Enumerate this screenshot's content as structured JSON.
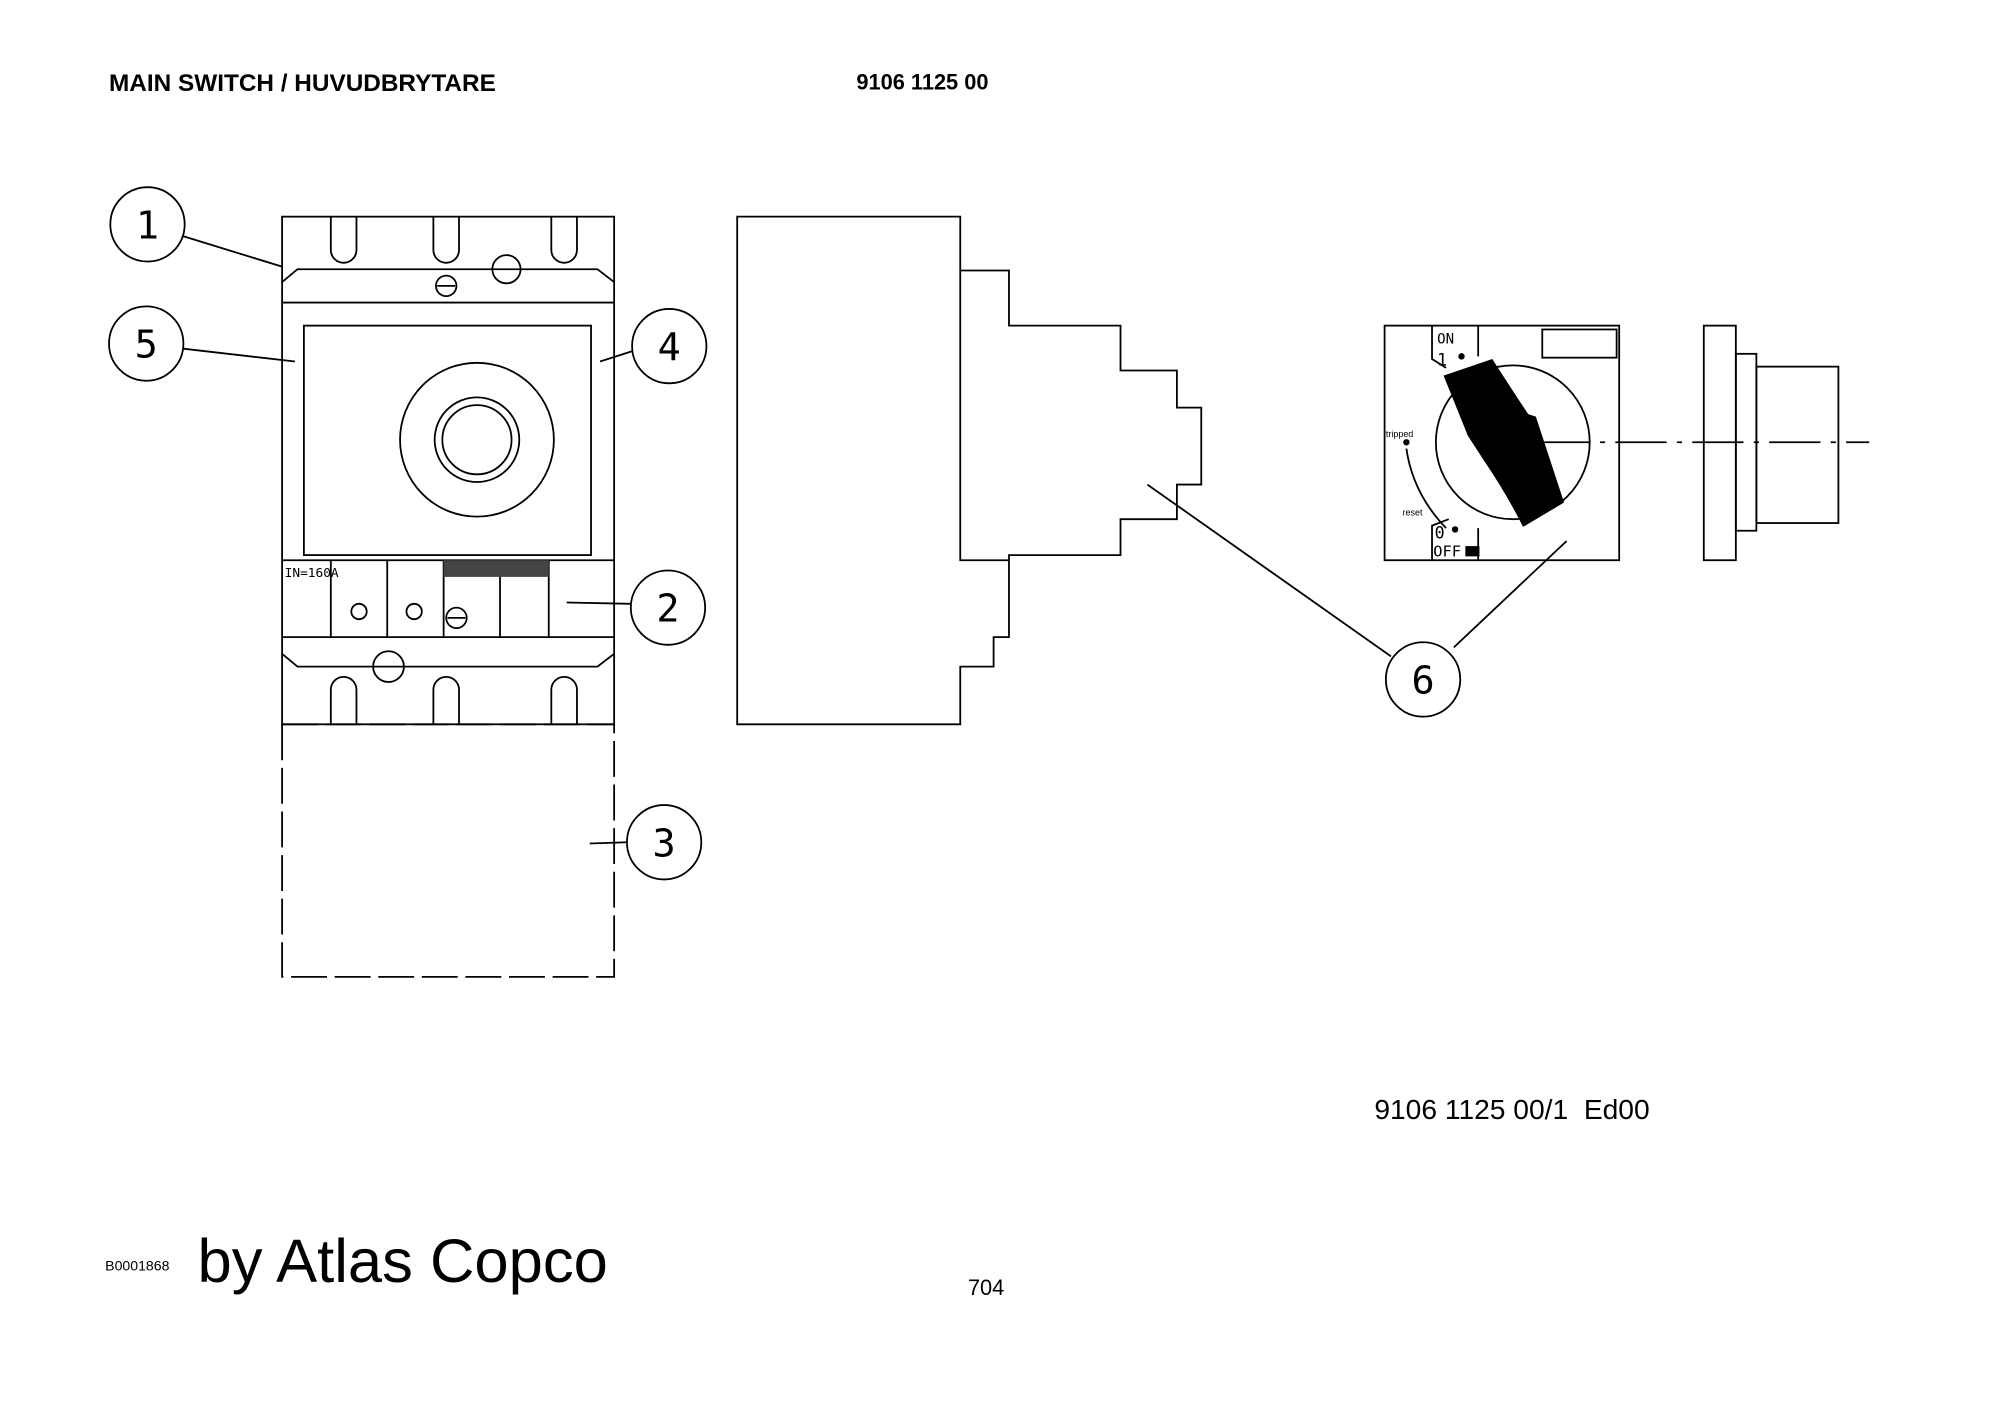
{
  "header": {
    "title": "MAIN SWITCH / HUVUDBRYTARE",
    "part_number": "9106 1125 00"
  },
  "drawing": {
    "breaker_rating": "IN=160A",
    "callouts": [
      "1",
      "2",
      "3",
      "4",
      "5",
      "6"
    ],
    "handle_labels": {
      "on": "ON",
      "one": "1",
      "tripped": "tripped",
      "reset": "reset",
      "zero": "0",
      "off": "OFF"
    }
  },
  "footer": {
    "drawing_ref": "9106 1125 00/1  Ed00",
    "doc_id": "B0001868",
    "brand": "by Atlas Copco",
    "page": "704"
  }
}
